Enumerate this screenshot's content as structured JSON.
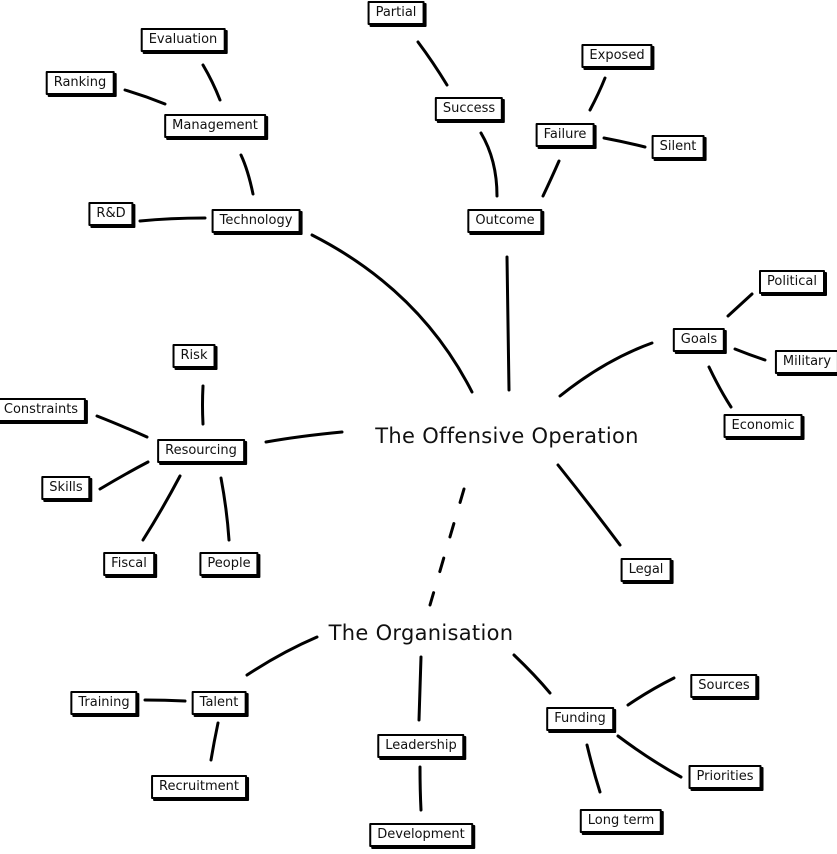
{
  "titles": {
    "main": "The Offensive Operation",
    "org": "The Organisation"
  },
  "nodes": {
    "technology": "Technology",
    "rd": "R&D",
    "management": "Management",
    "ranking": "Ranking",
    "evaluation": "Evaluation",
    "outcome": "Outcome",
    "success": "Success",
    "partial": "Partial",
    "failure": "Failure",
    "exposed": "Exposed",
    "silent": "Silent",
    "goals": "Goals",
    "political": "Political",
    "military": "Military",
    "economic": "Economic",
    "legal": "Legal",
    "resourcing": "Resourcing",
    "risk": "Risk",
    "constraints": "Constraints",
    "skills": "Skills",
    "fiscal": "Fiscal",
    "people": "People",
    "talent": "Talent",
    "training": "Training",
    "recruitment": "Recruitment",
    "leadership": "Leadership",
    "development": "Development",
    "funding": "Funding",
    "sources": "Sources",
    "priorities": "Priorities",
    "long_term": "Long term"
  }
}
